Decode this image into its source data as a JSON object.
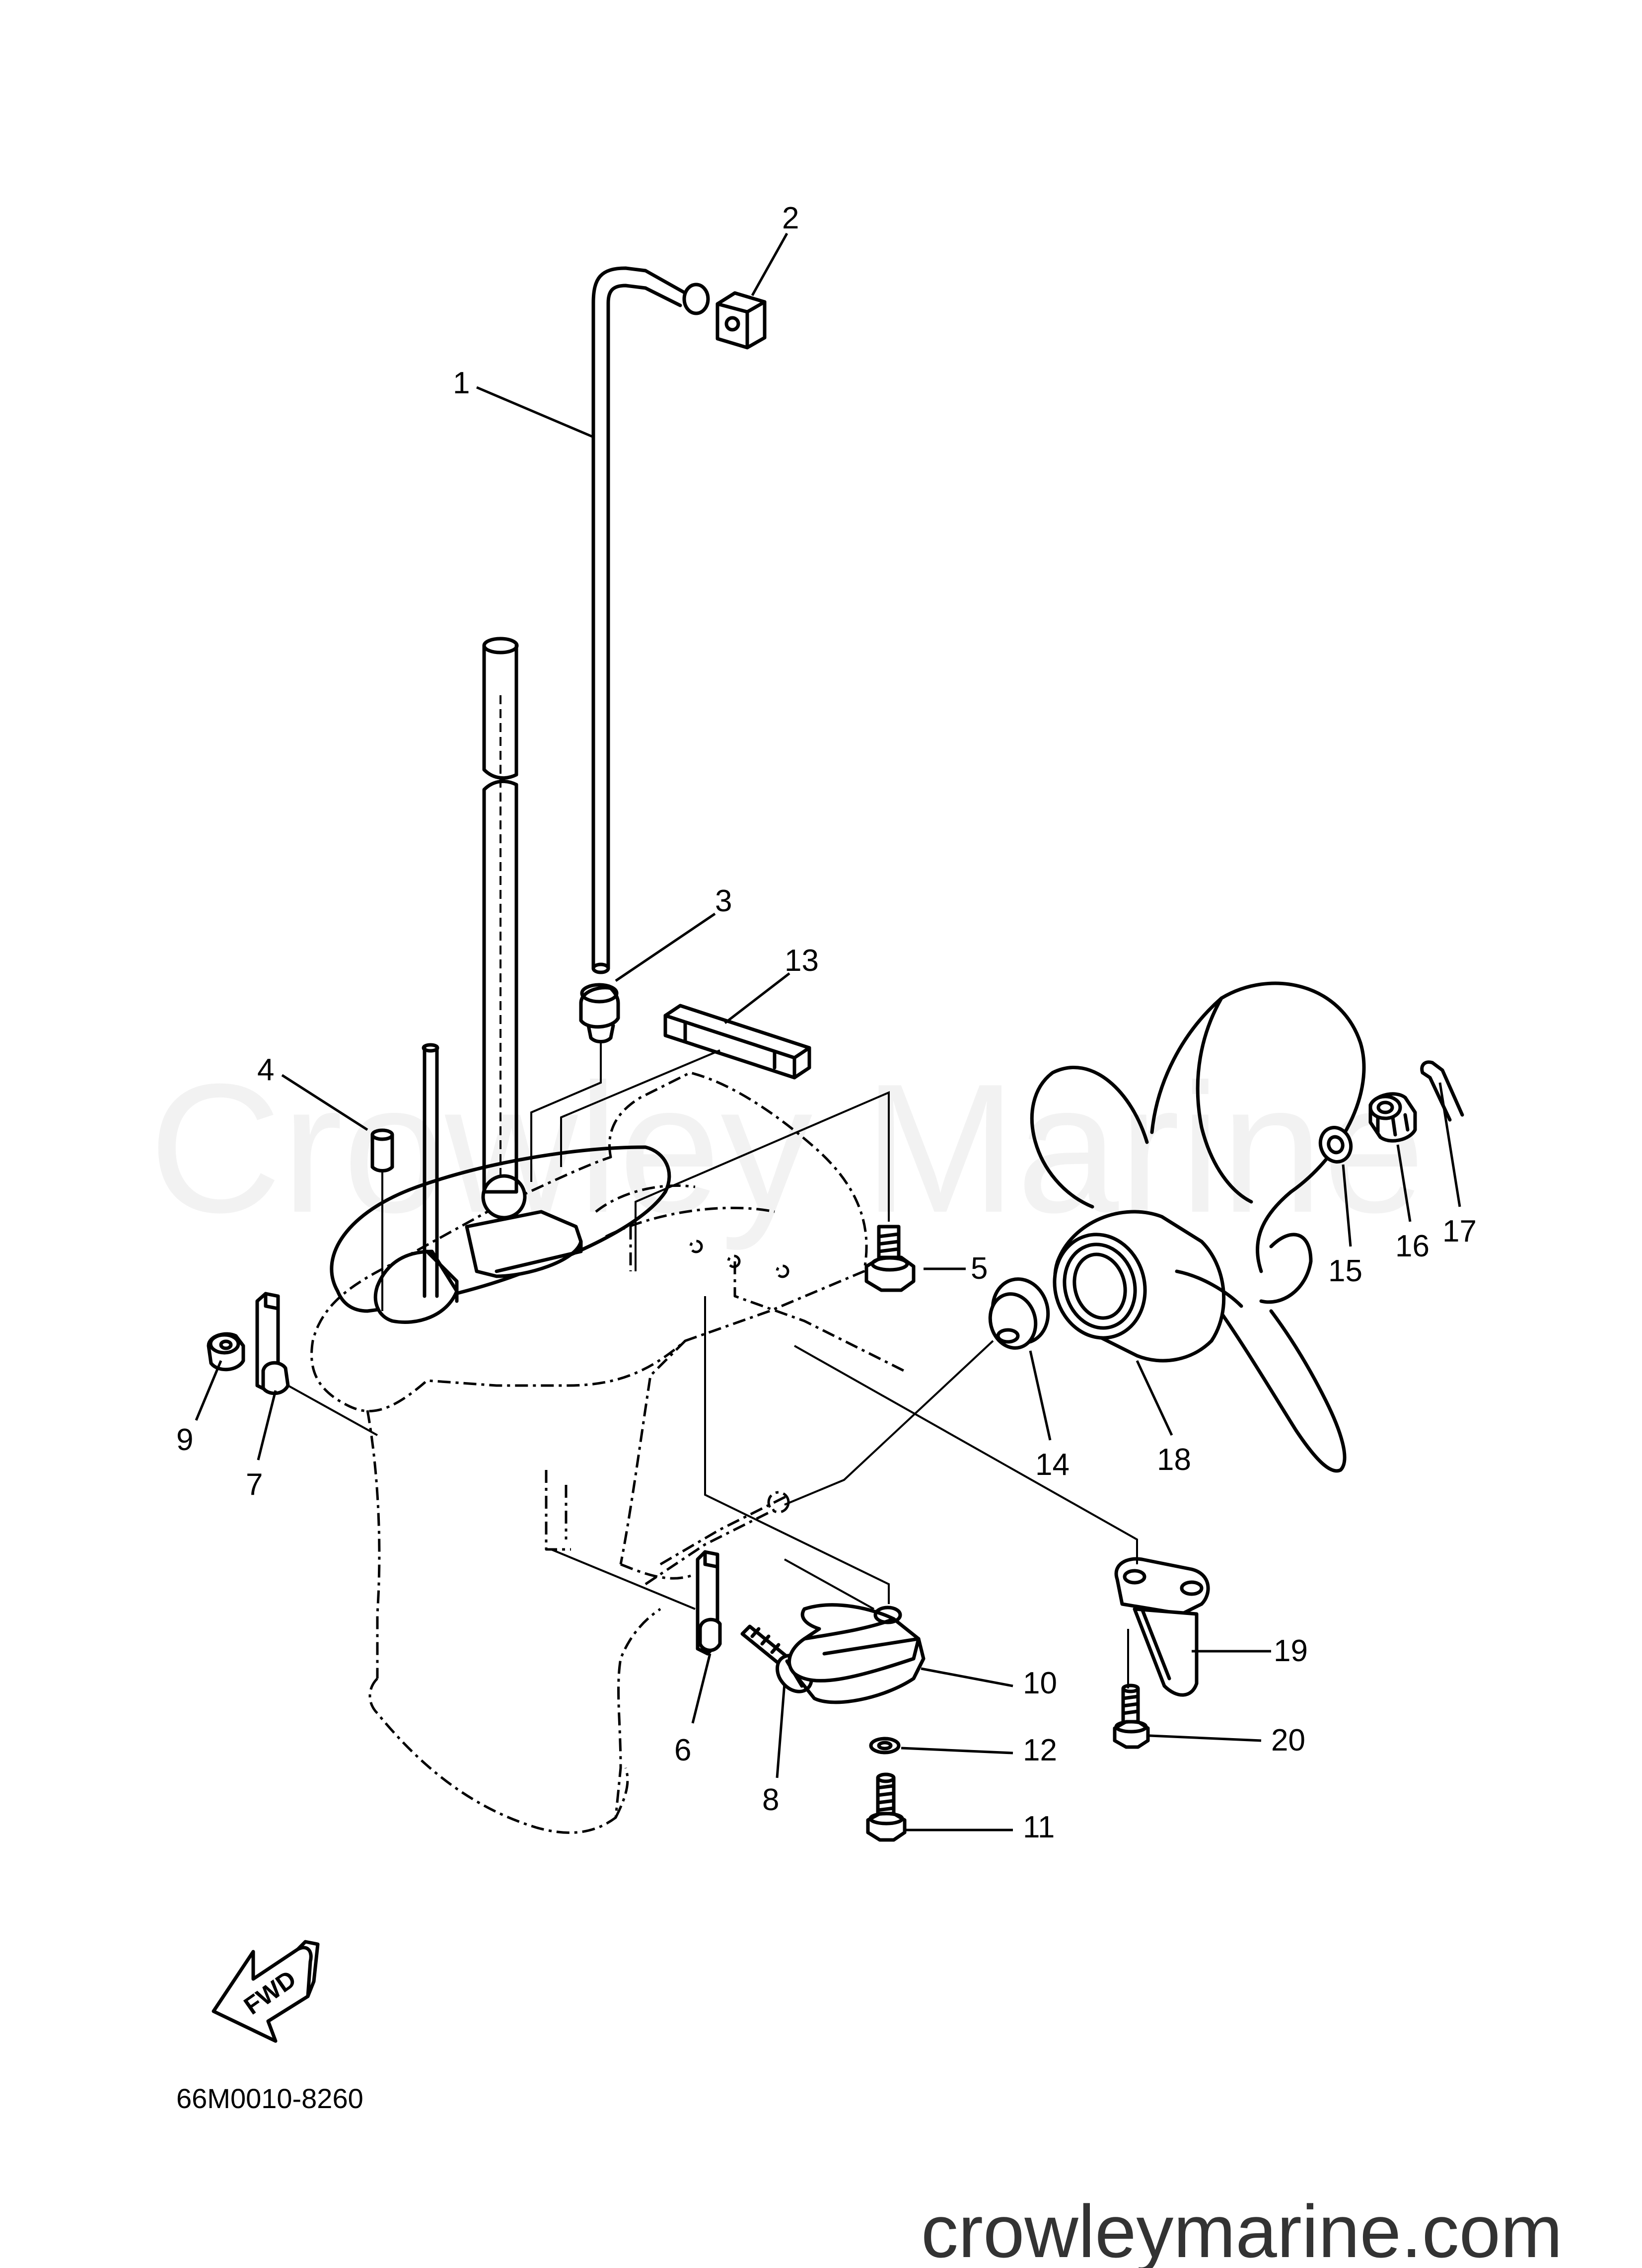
{
  "watermark": "Crowley Marine",
  "website": "crowleymarine.com",
  "diagram_code": "66M0010-8260",
  "fwd_label": "FWD",
  "callouts": {
    "c1": "1",
    "c2": "2",
    "c3": "3",
    "c4": "4",
    "c5": "5",
    "c6": "6",
    "c7": "7",
    "c8": "8",
    "c9": "9",
    "c10": "10",
    "c11": "11",
    "c12": "12",
    "c13": "13",
    "c14": "14",
    "c15": "15",
    "c16": "16",
    "c17": "17",
    "c18": "18",
    "c19": "19",
    "c20": "20"
  },
  "colors": {
    "line": "#000000",
    "background": "#ffffff",
    "website_text": "#333333"
  }
}
